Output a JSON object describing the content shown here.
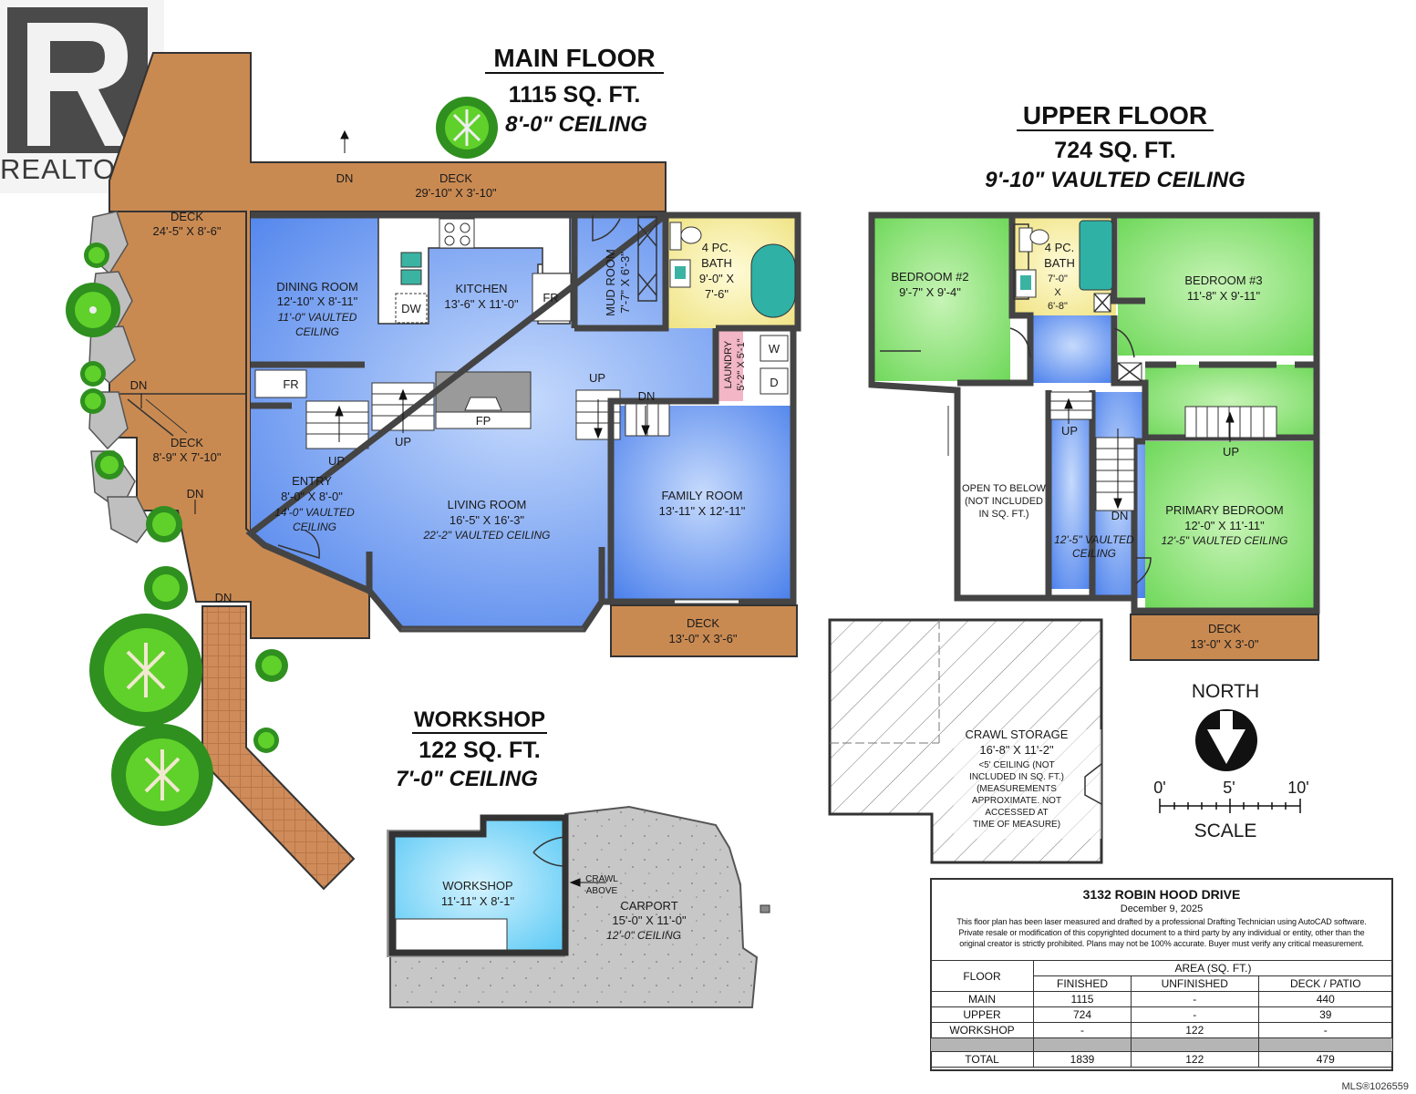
{
  "branding": {
    "logo_text": "REALTOR",
    "mls_id": "MLS®1026559"
  },
  "main_floor": {
    "title": "MAIN FLOOR",
    "area": "1115 SQ. FT.",
    "ceiling": "8'-0\" CEILING"
  },
  "upper_floor": {
    "title": "UPPER FLOOR",
    "area": "724 SQ. FT.",
    "ceiling": "9'-10\" VAULTED CEILING"
  },
  "workshop_floor": {
    "title": "WORKSHOP",
    "area": "122 SQ. FT.",
    "ceiling": "7'-0\" CEILING"
  },
  "rooms": {
    "deck_top": {
      "name": "DECK",
      "dim": "29'-10\" X 3'-10\""
    },
    "deck_left": {
      "name": "DECK",
      "dim": "24'-5\" X 8'-6\""
    },
    "deck_side": {
      "name": "DECK",
      "dim": "8'-9\" X 7'-10\""
    },
    "dining": {
      "name": "DINING ROOM",
      "dim": "12'-10\" X 8'-11\"",
      "ceil1": "11'-0\" VAULTED",
      "ceil2": "CEILING"
    },
    "kitchen": {
      "name": "KITCHEN",
      "dim": "13'-6\" X 11'-0\""
    },
    "mud": {
      "name": "MUD ROOM",
      "dim": "7'-7\" X 6'-3\""
    },
    "bath_main": {
      "name1": "4 PC.",
      "name2": "BATH",
      "dim1": "9'-0\" X",
      "dim2": "7'-6\""
    },
    "laundry": {
      "name": "LAUNDRY",
      "dim": "5'-2\" X 5'-1\""
    },
    "entry": {
      "name": "ENTRY",
      "dim": "8'-0\" X 8'-0\"",
      "ceil1": "14'-0\" VAULTED",
      "ceil2": "CEILING"
    },
    "living": {
      "name": "LIVING ROOM",
      "dim": "16'-5\" X 16'-3\"",
      "ceil": "22'-2\" VAULTED CEILING"
    },
    "family": {
      "name": "FAMILY ROOM",
      "dim": "13'-11\" X 12'-11\""
    },
    "deck_family": {
      "name": "DECK",
      "dim": "13'-0\" X 3'-6\""
    },
    "bedroom2": {
      "name": "BEDROOM #2",
      "dim": "9'-7\" X 9'-4\""
    },
    "bath_upper": {
      "name1": "4 PC.",
      "name2": "BATH",
      "dim1": "7'-0\"",
      "dim2": "X",
      "dim3": "6'-8\""
    },
    "bedroom3": {
      "name": "BEDROOM #3",
      "dim": "11'-8\" X 9'-11\""
    },
    "open_below": {
      "l1": "OPEN TO BELOW",
      "l2": "(NOT INCLUDED",
      "l3": "IN SQ. FT.)"
    },
    "hall_upper": {
      "ceil1": "12'-5\" VAULTED",
      "ceil2": "CEILING"
    },
    "primary": {
      "name": "PRIMARY BEDROOM",
      "dim": "12'-0\" X 11'-11\"",
      "ceil": "12'-5\" VAULTED CEILING"
    },
    "deck_upper": {
      "name": "DECK",
      "dim": "13'-0\" X 3'-0\""
    },
    "crawl": {
      "l1": "CRAWL STORAGE",
      "l2": "16'-8\" X 11'-2\"",
      "l3": "<5' CEILING (NOT",
      "l4": "INCLUDED IN SQ. FT.)",
      "l5": "(MEASUREMENTS",
      "l6": "APPROXIMATE. NOT",
      "l7": "ACCESSED AT",
      "l8": "TIME OF MEASURE)"
    },
    "workshop": {
      "name": "WORKSHOP",
      "dim": "11'-11\" X 8'-1\""
    },
    "carport": {
      "name": "CARPORT",
      "dim": "15'-0\" X 11'-0\"",
      "ceil": "12'-0\" CEILING",
      "crawl1": "CRAWL",
      "crawl2": "ABOVE"
    }
  },
  "fixtures": {
    "fr": "FR",
    "dw": "DW",
    "fp": "FP",
    "washer": "W",
    "dryer": "D"
  },
  "stair_labels": {
    "up": "UP",
    "dn": "DN"
  },
  "north": {
    "label": "NORTH"
  },
  "scale": {
    "t0": "0'",
    "t5": "5'",
    "t10": "10'",
    "label": "SCALE"
  },
  "info": {
    "address": "3132 ROBIN HOOD DRIVE",
    "date": "December 9, 2025",
    "disclaimer1": "This floor plan has been laser measured and drafted by a professional Drafting Technician using AutoCAD software.",
    "disclaimer2": "Private resale or modification of this copyrighted document to a third party by any individual or entity, other than the",
    "disclaimer3": "original creator is strictly prohibited. Plans may not be 100% accurate.  Buyer must verify any critical measurement.",
    "col_floor": "FLOOR",
    "col_area": "AREA (SQ. FT.)",
    "col_finished": "FINISHED",
    "col_unfinished": "UNFINISHED",
    "col_deck": "DECK / PATIO",
    "rows": [
      {
        "floor": "MAIN",
        "finished": "1115",
        "unfinished": "-",
        "deck": "440"
      },
      {
        "floor": "UPPER",
        "finished": "724",
        "unfinished": "-",
        "deck": "39"
      },
      {
        "floor": "WORKSHOP",
        "finished": "-",
        "unfinished": "122",
        "deck": "-"
      }
    ],
    "total": {
      "floor": "TOTAL",
      "finished": "1839",
      "unfinished": "122",
      "deck": "479"
    }
  },
  "colors": {
    "deck": "#c98a52",
    "room_blue": "#6fa1f5",
    "room_green": "#8be07a",
    "bath_yellow": "#f5ee9a",
    "laundry_pink": "#f2b6c6",
    "workshop_cyan": "#86d8f7",
    "carport_gray": "#c8c8c8"
  }
}
